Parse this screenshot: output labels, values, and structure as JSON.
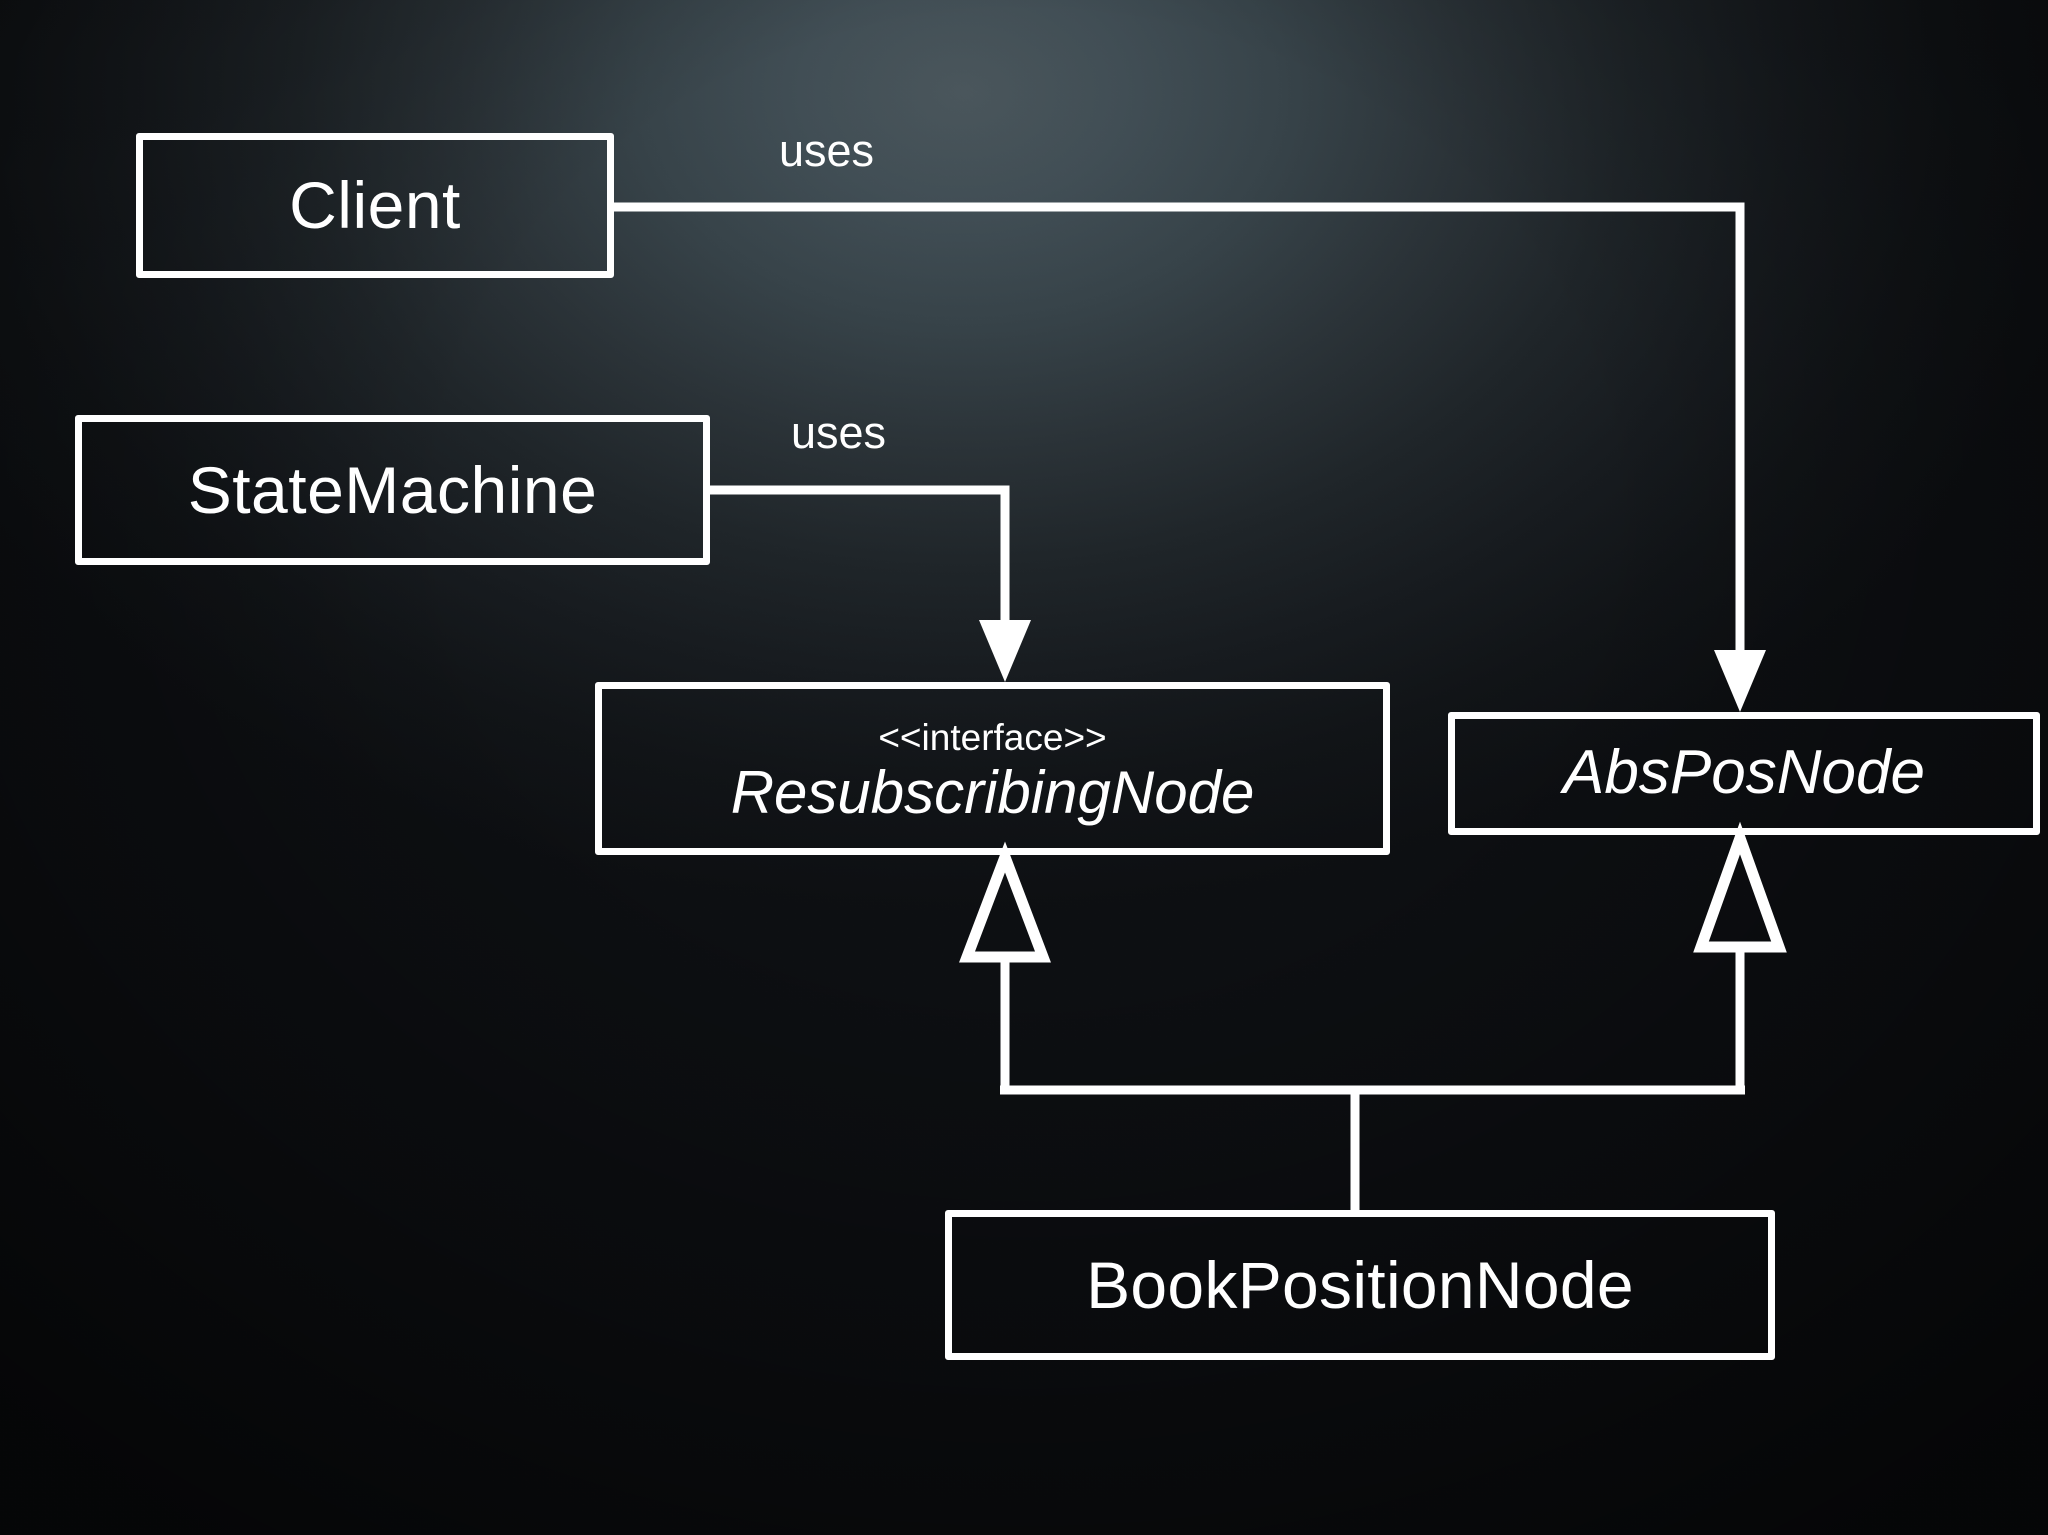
{
  "diagram": {
    "kind": "uml-class-diagram",
    "title": "",
    "background": {
      "glow_center_color": "#4a565c",
      "edge_color": "#0d0f12",
      "stroke_color": "#ffffff"
    },
    "nodes": [
      {
        "id": "client",
        "name": "Client",
        "stereotype": "",
        "abstract": false
      },
      {
        "id": "statemachine",
        "name": "StateMachine",
        "stereotype": "",
        "abstract": false
      },
      {
        "id": "resubscribingnode",
        "name": "ResubscribingNode",
        "stereotype": "<<interface>>",
        "abstract": true
      },
      {
        "id": "absposnode",
        "name": "AbsPosNode",
        "stereotype": "",
        "abstract": true
      },
      {
        "id": "bookpositionnode",
        "name": "BookPositionNode",
        "stereotype": "",
        "abstract": false
      }
    ],
    "edges": [
      {
        "id": "client-uses-absposnode",
        "from": "client",
        "to": "absposnode",
        "type": "dependency",
        "arrowhead": "solid-filled",
        "label": "uses"
      },
      {
        "id": "statemachine-uses-resubscribingnode",
        "from": "statemachine",
        "to": "resubscribingnode",
        "type": "dependency",
        "arrowhead": "solid-filled",
        "label": "uses"
      },
      {
        "id": "bookpositionnode-implements-resubscribingnode",
        "from": "bookpositionnode",
        "to": "resubscribingnode",
        "type": "generalization",
        "arrowhead": "hollow-triangle",
        "label": ""
      },
      {
        "id": "bookpositionnode-extends-absposnode",
        "from": "bookpositionnode",
        "to": "absposnode",
        "type": "generalization",
        "arrowhead": "hollow-triangle",
        "label": ""
      }
    ]
  }
}
